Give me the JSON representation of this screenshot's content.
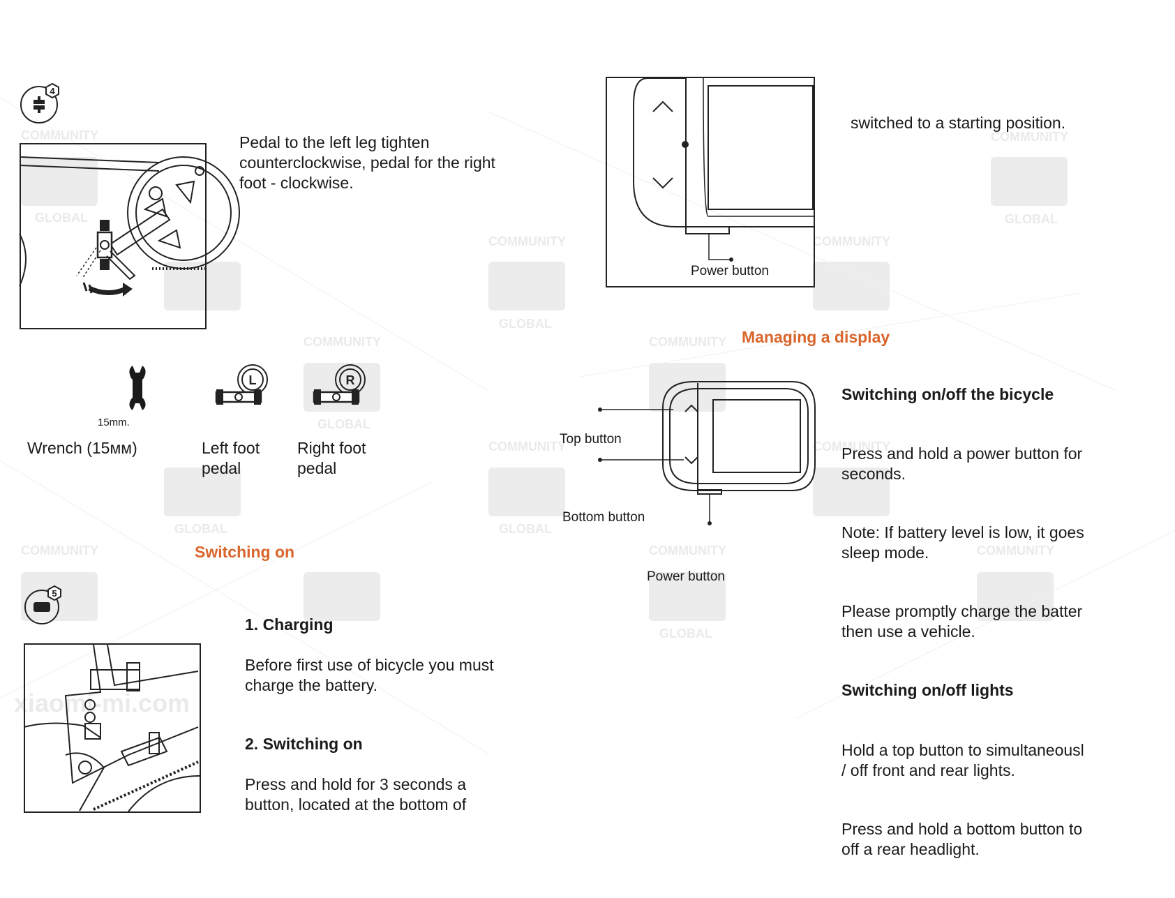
{
  "step4": {
    "badge_number": "4",
    "pedal_instructions": "Pedal to the left leg tighten\ncounterclockwise, pedal for the right\nfoot - clockwise.",
    "wrench_size": "15mm.",
    "wrench_label": "Wrench (15мм)",
    "left_pedal_letter": "L",
    "left_pedal_label": "Left foot\npedal",
    "right_pedal_letter": "R",
    "right_pedal_label": "Right foot\npedal"
  },
  "top_display": {
    "power_label": "Power button",
    "caption": "switched to a starting position."
  },
  "switching_on": {
    "heading": "Switching on",
    "badge_number": "5",
    "charging_title": "1. Charging",
    "charging_text": "Before first use of bicycle you must\ncharge the battery.",
    "switching_title": "2. Switching on",
    "switching_text": "Press and hold for 3 seconds a\nbutton, located at the bottom of"
  },
  "managing": {
    "heading": "Managing a display",
    "top_button_label": "Top button",
    "bottom_button_label": "Bottom button",
    "power_button_label": "Power button",
    "bike_title": "Switching on/off the bicycle",
    "bike_text": "Press and hold a power button for\nseconds.",
    "note_text": "Note: If battery level is low, it goes\nsleep mode.",
    "charge_text": "Please promptly charge the batter\nthen use a vehicle.",
    "lights_title": "Switching on/off lights",
    "lights_text": "Hold a top button to simultaneousl\n/ off front and rear lights.",
    "rear_text": "Press and hold a bottom button to\noff a rear headlight."
  },
  "watermark": {
    "community": "COMMUNITY",
    "global": "GLOBAL",
    "site": "xiaomi-mi.com"
  },
  "colors": {
    "accent": "#d9652a",
    "text": "#1a1a1a",
    "watermark": "#e8e8e8"
  }
}
